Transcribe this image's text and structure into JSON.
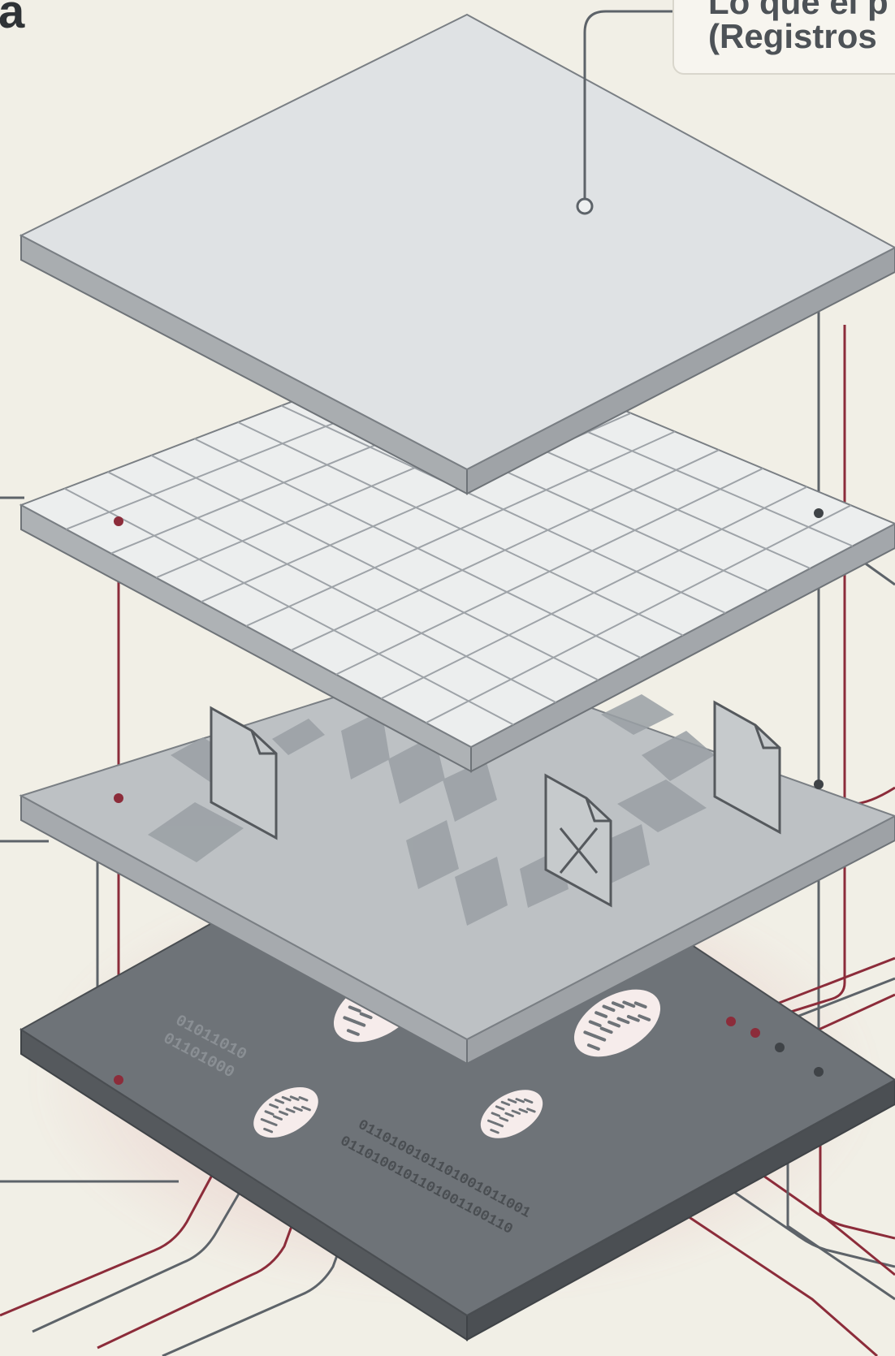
{
  "diagram": {
    "corner_heading_fragment": "a",
    "top_callout": {
      "line1": "Lo que el p",
      "line2": "(Registros"
    },
    "binary_strings": {
      "left_line1": "01011010",
      "left_line2": "01101000",
      "center_line1": "0110100101101001011001",
      "center_line2": "0110100101101001100110"
    },
    "layers": [
      {
        "name": "top-plain-layer",
        "icon": "blank-plate"
      },
      {
        "name": "grid-layer",
        "icon": "grid-plate"
      },
      {
        "name": "artifacts-layer",
        "icon": "document-icons"
      },
      {
        "name": "footprint-layer",
        "icon": "footprint-icons"
      }
    ],
    "colors": {
      "background": "#f1efe6",
      "layer_top": "#dfe2e4",
      "layer_grid": "#e8eaea",
      "layer_artifacts": "#b8bcbf",
      "layer_base": "#6e7378",
      "accent_red": "#8c2c3a",
      "connector_gray": "#5d6369"
    }
  }
}
